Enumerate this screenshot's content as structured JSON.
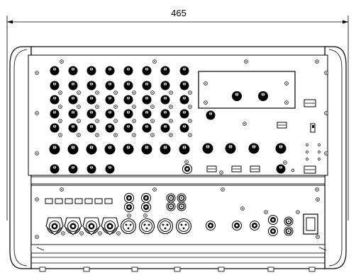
{
  "dimension": {
    "label": "465"
  },
  "panels": {
    "upper_rows": [
      8,
      8,
      8,
      8,
      8,
      8,
      4
    ],
    "upper_right_knobs": 5,
    "xlr_inputs": 4,
    "xlr_outputs": 4
  }
}
